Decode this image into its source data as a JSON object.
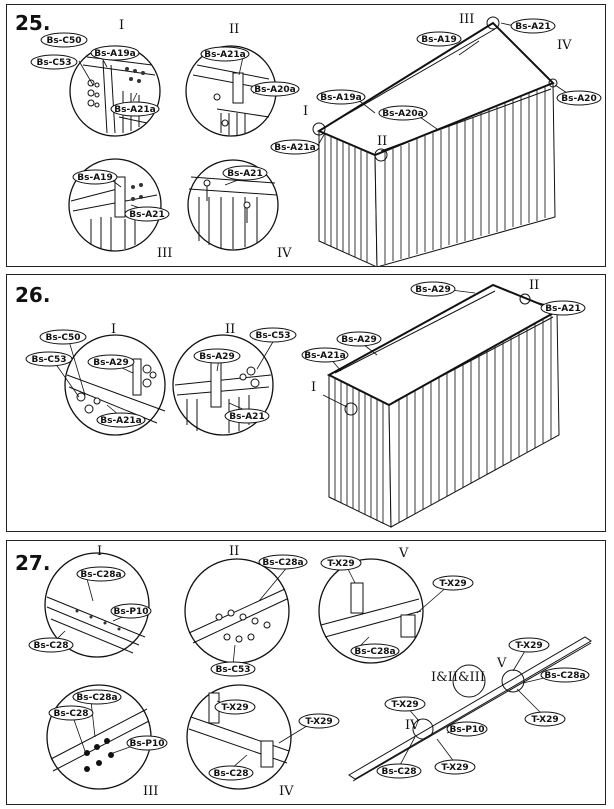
{
  "steps": [
    {
      "number": "25.",
      "details": [
        {
          "roman": "I",
          "labels": [
            "Bs-C50",
            "Bs-C53",
            "Bs-A19a",
            "Bs-A21a"
          ]
        },
        {
          "roman": "II",
          "labels": [
            "Bs-A21a",
            "Bs-A20a"
          ]
        },
        {
          "roman": "III",
          "labels": [
            "Bs-A19",
            "Bs-A21"
          ]
        },
        {
          "roman": "IV",
          "labels": [
            "Bs-A21"
          ]
        }
      ],
      "overview": {
        "romans": [
          "III",
          "IV",
          "I",
          "II"
        ],
        "labels": [
          "Bs-A19",
          "Bs-A21",
          "Bs-A20",
          "Bs-A19a",
          "Bs-A20a",
          "Bs-A21a"
        ]
      }
    },
    {
      "number": "26.",
      "details": [
        {
          "roman": "I",
          "labels": [
            "Bs-C50",
            "Bs-C53",
            "Bs-A29",
            "Bs-A21a"
          ]
        },
        {
          "roman": "II",
          "labels": [
            "Bs-C53",
            "Bs-A29",
            "Bs-A21"
          ]
        }
      ],
      "overview": {
        "romans": [
          "II",
          "I"
        ],
        "labels": [
          "Bs-A29",
          "Bs-A21",
          "Bs-A29",
          "Bs-A21a"
        ]
      }
    },
    {
      "number": "27.",
      "details": [
        {
          "roman": "I",
          "labels": [
            "Bs-C28a",
            "Bs-P10",
            "Bs-C28"
          ]
        },
        {
          "roman": "II",
          "labels": [
            "Bs-C28a",
            "Bs-C53"
          ]
        },
        {
          "roman": "V",
          "labels": [
            "T-X29",
            "T-X29",
            "Bs-C28a"
          ]
        },
        {
          "roman": "III",
          "labels": [
            "Bs-C28a",
            "Bs-C28",
            "Bs-P10"
          ]
        },
        {
          "roman": "IV",
          "labels": [
            "T-X29",
            "T-X29",
            "Bs-C28"
          ]
        }
      ],
      "overview": {
        "romans": [
          "I&II&III",
          "V",
          "IV"
        ],
        "labels": [
          "T-X29",
          "Bs-C28a",
          "T-X29",
          "T-X29",
          "Bs-P10",
          "Bs-C28",
          "T-X29"
        ]
      }
    }
  ]
}
